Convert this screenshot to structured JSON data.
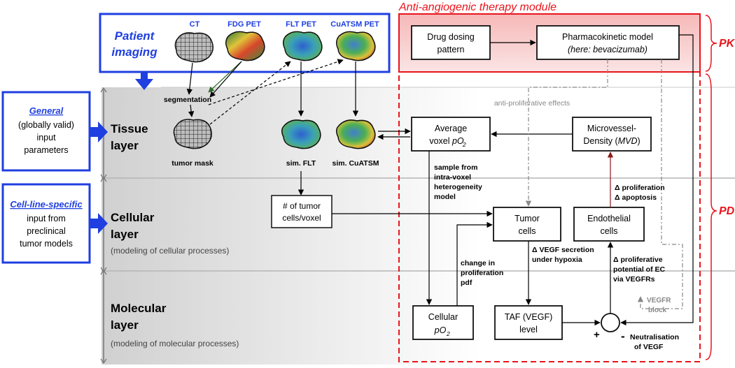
{
  "module": {
    "title": "Anti-angiogenic therapy module",
    "pk": "PK",
    "pd": "PD"
  },
  "patient_imaging": {
    "line1": "Patient",
    "line2": "imaging",
    "modalities": [
      "CT",
      "FDG PET",
      "FLT PET",
      "CuATSM PET"
    ]
  },
  "inputs": {
    "general": {
      "title": "General",
      "line1": "(globally valid)",
      "line2": "input",
      "line3": "parameters"
    },
    "cell_line": {
      "title": "Cell-line-specific",
      "line1": "input from",
      "line2": "preclinical",
      "line3": "tumor models"
    }
  },
  "layers": {
    "tissue": {
      "line1": "Tissue",
      "line2": "layer"
    },
    "cellular": {
      "line1": "Cellular",
      "line2": "layer",
      "sub": "(modeling of cellular processes)"
    },
    "molecular": {
      "line1": "Molecular",
      "line2": "layer",
      "sub": "(modeling of molecular processes)"
    }
  },
  "tissue_labels": {
    "segmentation": "segmentation",
    "tumor_mask": "tumor mask",
    "sim_flt": "sim. FLT",
    "sim_cuatsm": "sim. CuATSM"
  },
  "boxes": {
    "drug_dosing": {
      "line1": "Drug dosing",
      "line2": "pattern"
    },
    "pk_model": {
      "line1": "Pharmacokinetic model",
      "line2": "(here: bevacizumab)"
    },
    "avg_po2": {
      "line1": "Average",
      "line2a": "voxel ",
      "line2b": "pO",
      "line2sub": "2"
    },
    "mvd": {
      "line1": "Microvessel-",
      "line2a": "Density (",
      "line2b": "MVD",
      "line2c": ")"
    },
    "tumor_cells_voxel": {
      "line1": "# of tumor",
      "line2": "cells/voxel"
    },
    "tumor_cells": {
      "line1": "Tumor",
      "line2": "cells"
    },
    "endothelial": {
      "line1": "Endothelial",
      "line2": "cells"
    },
    "cellular_po2": {
      "line1": "Cellular",
      "line2": "pO",
      "line2sub": "2"
    },
    "taf": {
      "line1": "TAF (VEGF)",
      "line2": "level"
    }
  },
  "annotations": {
    "anti_prolif": "anti-proliferative effects",
    "sample": [
      "sample from",
      "intra-voxel",
      "heterogeneity",
      "model"
    ],
    "delta_prolif": [
      "Δ proliferation",
      "Δ apoptosis"
    ],
    "change_prolif": [
      "change in",
      "proliferation",
      "pdf"
    ],
    "vegf_secretion": [
      "Δ VEGF secretion",
      "under hypoxia"
    ],
    "prolif_potential": [
      "Δ proliferative",
      "potential of EC",
      "via VEGFRs"
    ],
    "vegfr_block": [
      "VEGFR",
      "block"
    ],
    "neutralisation": [
      "Neutralisation",
      "of VEGF"
    ],
    "plus": "+",
    "minus": "-"
  },
  "colors": {
    "blue": "#1f3fe0",
    "red": "#e8141c",
    "dark_red": "#8b1a1a",
    "green_arrow": "#2e6b2e",
    "gray": "#888888"
  }
}
